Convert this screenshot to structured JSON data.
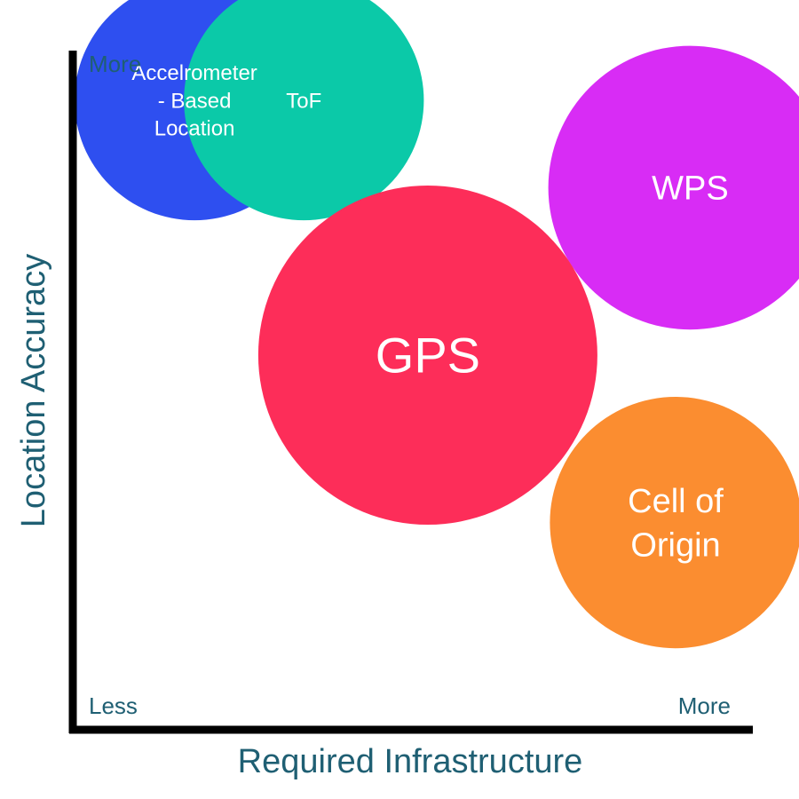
{
  "chart_data": {
    "type": "bubble",
    "title": "",
    "xlabel": "Required Infrastructure",
    "ylabel": "Location Accuracy",
    "x_axis_corner_labels": {
      "low": "Less",
      "high": "More"
    },
    "y_axis_corner_labels": {
      "high": "More"
    },
    "x_scale": "relative (Less to More)",
    "y_scale": "relative (Less to More)",
    "grid": false,
    "legend": "none",
    "series": [
      {
        "label": [
          "Accelrometer",
          "- Based",
          "Location"
        ],
        "x": 0.15,
        "y": 0.85,
        "size": 0.5,
        "color": "#2e4ff0",
        "font_size": 24
      },
      {
        "label": [
          "ToF"
        ],
        "x": 0.3,
        "y": 0.85,
        "size": 0.5,
        "color": "#0bc9a8",
        "font_size": 24
      },
      {
        "label": [
          "WPS"
        ],
        "x": 0.83,
        "y": 0.73,
        "size": 0.7,
        "color": "#d82cf5",
        "font_size": 38
      },
      {
        "label": [
          "GPS"
        ],
        "x": 0.47,
        "y": 0.5,
        "size": 1.0,
        "color": "#fd2d59",
        "font_size": 56
      },
      {
        "label": [
          "Cell of",
          "Origin"
        ],
        "x": 0.81,
        "y": 0.27,
        "size": 0.55,
        "color": "#fb8d30",
        "font_size": 38
      }
    ]
  }
}
